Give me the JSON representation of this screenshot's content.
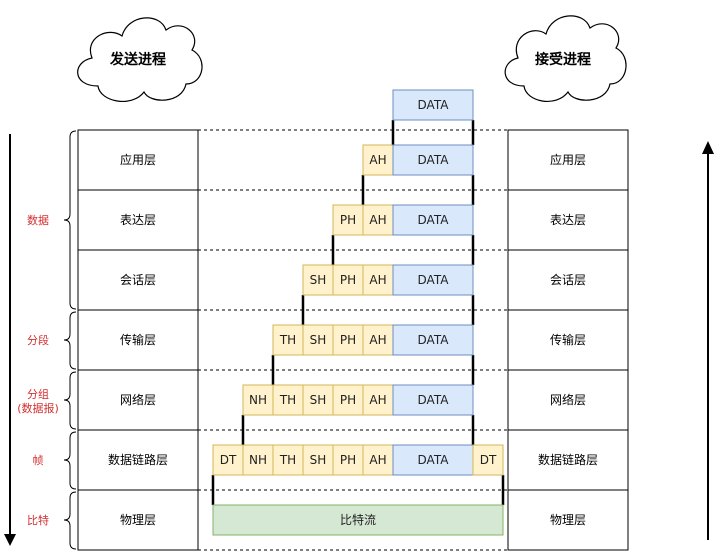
{
  "sender_cloud": "发送进程",
  "receiver_cloud": "接受进程",
  "layers": [
    "应用层",
    "表达层",
    "会话层",
    "传输层",
    "网络层",
    "数据链路层",
    "物理层"
  ],
  "pdu_labels": {
    "data": "数据",
    "segment": "分段",
    "packet_line1": "分组",
    "packet_line2": "(数据报)",
    "frame": "帧",
    "bit": "比特"
  },
  "data_label": "DATA",
  "headers": [
    "AH",
    "PH",
    "SH",
    "TH",
    "NH",
    "DT"
  ],
  "trailer": "DT",
  "bitstream_label": "比特流",
  "colors": {
    "header_fill": "#fff2cc",
    "header_stroke": "#d6b656",
    "data_fill": "#dae8fc",
    "data_stroke": "#6c8ebf",
    "bitstream_fill": "#d5e8d4",
    "bitstream_stroke": "#82b366",
    "pdu_label": "#d32f2f"
  }
}
